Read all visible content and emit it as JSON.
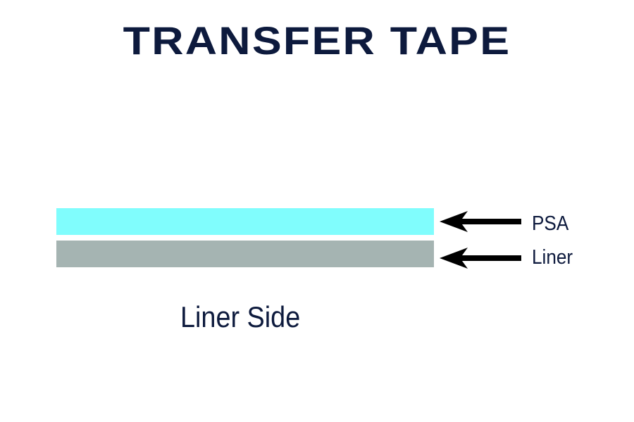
{
  "title": "TRANSFER TAPE",
  "layers": [
    {
      "name": "PSA",
      "label": "PSA",
      "color": "#80fdfd"
    },
    {
      "name": "Liner",
      "label": "Liner",
      "color": "#a5b4b2"
    }
  ],
  "side_label": "Liner Side",
  "colors": {
    "text": "#0d1a3d",
    "arrow": "#000000"
  }
}
